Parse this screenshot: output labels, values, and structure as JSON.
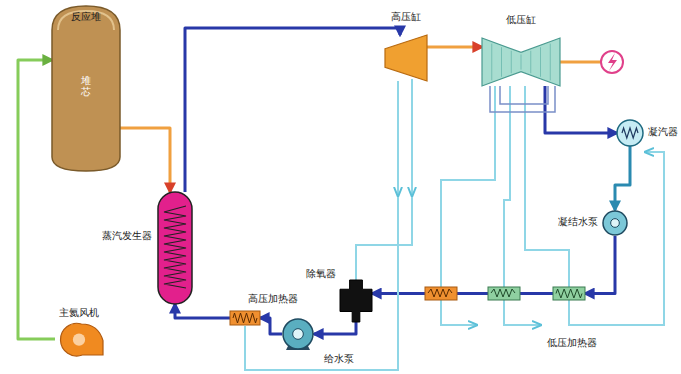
{
  "diagram": {
    "nodes": [
      {
        "text": [
          "反应堆"
        ]
      },
      {
        "text": [
          "堆芯"
        ],
        "in": 0
      },
      {
        "text": [
          "蒸汽发生器"
        ]
      },
      {
        "text": [
          "主氦风机"
        ]
      },
      {
        "text": [
          "高压缸"
        ]
      },
      {
        "text": [
          "低压缸"
        ]
      },
      {
        "text": [
          "凝汽器"
        ]
      },
      {
        "text": [
          "凝结水泵"
        ]
      },
      {
        "text": [
          "除氧器"
        ]
      },
      {
        "text": [
          "给水泵"
        ]
      },
      {
        "text": [
          "高压加热器"
        ]
      },
      {
        "text": [
          "低压加热器"
        ]
      }
    ],
    "edges": [
      {
        "from": 0,
        "to": 2,
        "arrow": "to"
      },
      {
        "from": 2,
        "to": 4,
        "arrow": "to"
      },
      {
        "from": 4,
        "to": 5,
        "arrow": "to"
      },
      {
        "from": 5,
        "to": 6,
        "arrow": "to"
      },
      {
        "from": 6,
        "to": 7,
        "arrow": "to"
      },
      {
        "from": 7,
        "to": 11,
        "arrow": "to"
      },
      {
        "from": 11,
        "to": 8,
        "arrow": "to"
      },
      {
        "from": 8,
        "to": 9,
        "arrow": "to"
      },
      {
        "from": 9,
        "to": 10,
        "arrow": "to"
      },
      {
        "from": 10,
        "to": 2,
        "arrow": "to"
      },
      {
        "from": 3,
        "to": 0,
        "arrow": "to"
      }
    ]
  }
}
